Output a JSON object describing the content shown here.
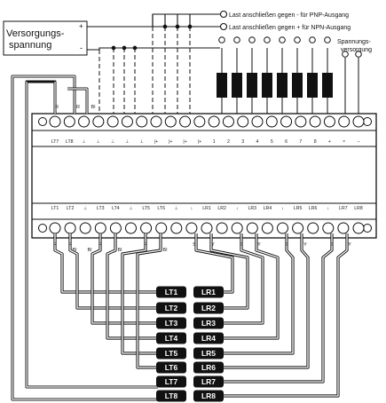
{
  "supply_box": {
    "line1": "Versorgungs-",
    "line2": "spannung",
    "plus": "+",
    "minus": "-"
  },
  "load_notes": {
    "pnp": "Last anschließen gegen - für PNP-Ausgang",
    "npn": "Last anschließen gegen + für NPN-Ausgang"
  },
  "supply_right": {
    "line1": "Spannungs-",
    "line2": "versorgung"
  },
  "top_pins": [
    "LT7",
    "LT8",
    "⊥",
    "⊥",
    "⊥",
    "⊥",
    "⊥",
    "|+",
    "|+",
    "|+",
    "|+",
    "1",
    "2",
    "3",
    "4",
    "5",
    "6",
    "7",
    "8",
    "+",
    "≈",
    "−"
  ],
  "bottom_pins": [
    "LT1",
    "LT2",
    "⊥",
    "LT3",
    "LT4",
    "⊥",
    "LT5",
    "LT6",
    "⊥",
    "↓",
    "LR1",
    "LR2",
    "↓",
    "LR3",
    "LR4",
    "↓",
    "LR5",
    "LR6",
    "↓",
    "LR7",
    "LR8"
  ],
  "top_wire_letters": [
    "R",
    "R",
    "Bl"
  ],
  "bottom_wire_letters": [
    "R",
    "Bl",
    "R",
    "Bl",
    "R",
    "Bl",
    "R",
    "Bl",
    "S",
    "Y",
    "S",
    "Y",
    "S",
    "Y",
    "S",
    "Y"
  ],
  "sensor_tags": {
    "transmitters": [
      "LT1",
      "LT2",
      "LT3",
      "LT4",
      "LT5",
      "LT6",
      "LT7",
      "LT8"
    ],
    "receivers": [
      "LR1",
      "LR2",
      "LR3",
      "LR4",
      "LR5",
      "LR6",
      "LR7",
      "LR8"
    ]
  },
  "colors": {
    "line": "#111111",
    "tag_fill": "#111111",
    "tag_text": "#ffffff"
  }
}
